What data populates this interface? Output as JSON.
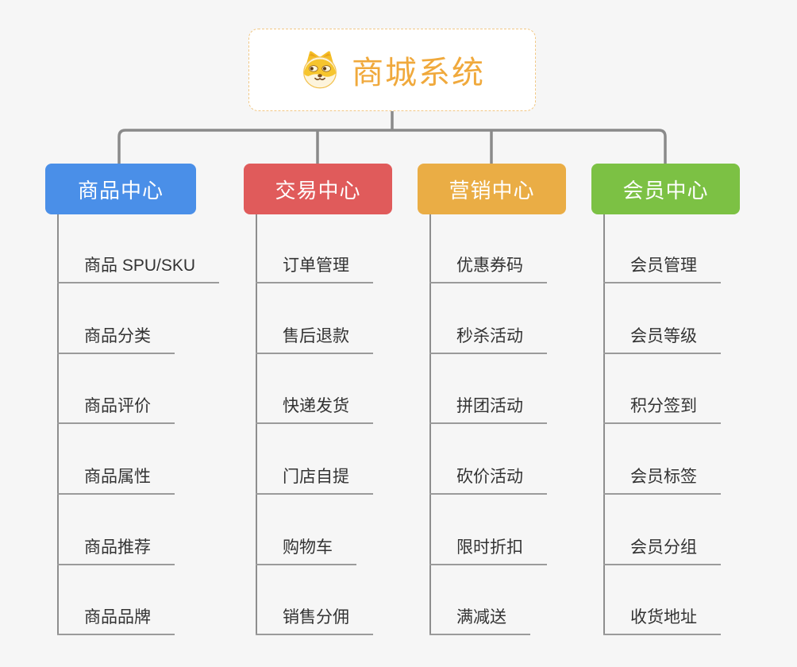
{
  "page": {
    "background_color": "#F6F6F6",
    "connector_color": "#8A8A8A"
  },
  "root": {
    "label": "商城系统",
    "icon": "shiba-dog-icon",
    "text_color": "#F0A93C",
    "border_color": "#F1C886"
  },
  "branches": [
    {
      "label": "商品中心",
      "color": "#4A8FE8",
      "children": [
        "商品 SPU/SKU",
        "商品分类",
        "商品评价",
        "商品属性",
        "商品推荐",
        "商品品牌"
      ]
    },
    {
      "label": "交易中心",
      "color": "#E05B5B",
      "children": [
        "订单管理",
        "售后退款",
        "快递发货",
        "门店自提",
        "购物车",
        "销售分佣"
      ]
    },
    {
      "label": "营销中心",
      "color": "#EAAD45",
      "children": [
        "优惠券码",
        "秒杀活动",
        "拼团活动",
        "砍价活动",
        "限时折扣",
        "满减送"
      ]
    },
    {
      "label": "会员中心",
      "color": "#7CC144",
      "children": [
        "会员管理",
        "会员等级",
        "积分签到",
        "会员标签",
        "会员分组",
        "收货地址"
      ]
    }
  ]
}
